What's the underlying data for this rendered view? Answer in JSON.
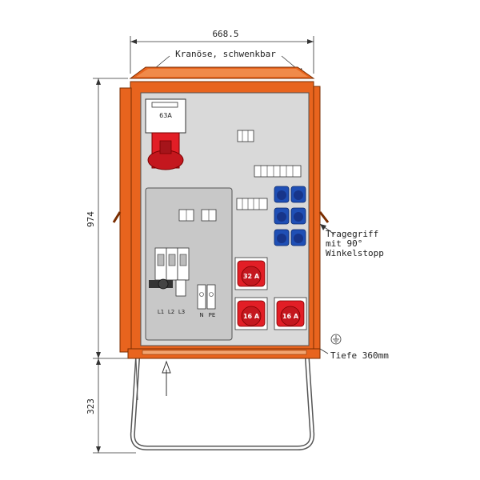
{
  "dimensions": {
    "width": "668.5",
    "height": "974",
    "stand_height": "323"
  },
  "annotations": {
    "eyebolt": "Kranöse, schwenkbar",
    "handle_line1": "Tragegriff",
    "handle_line2": "mit 90°",
    "handle_line3": "Winkelstopp",
    "depth": "Tiefe 360mm"
  },
  "components": {
    "main_socket_rating": "63A",
    "cee_32_label": "32 A",
    "cee_16a_label": "16 A",
    "cee_16b_label": "16 A",
    "phase_l1": "L1",
    "phase_l2": "L2",
    "phase_l3": "L3",
    "terminal_n": "N",
    "terminal_pe": "PE"
  },
  "colors": {
    "frame_orange": "#e8641e",
    "panel_grey": "#d9d9d9",
    "socket_blue": "#1f4fb5",
    "cee_red": "#e21e26"
  },
  "icons": {
    "ground": "ground-symbol-icon",
    "arrow": "arrow-up-icon"
  }
}
